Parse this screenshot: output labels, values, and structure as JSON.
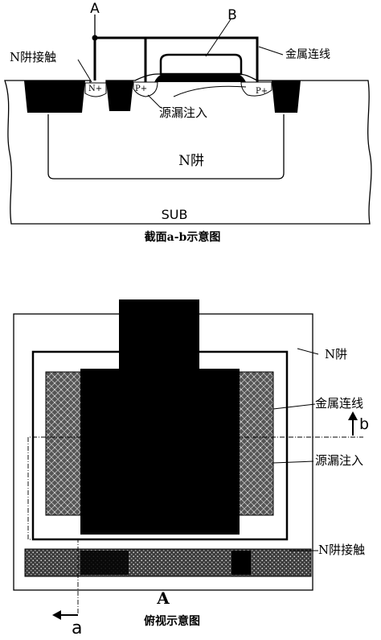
{
  "section": {
    "terminal_a": "A",
    "terminal_b": "B",
    "nwell_contact": "N阱接触",
    "metal_line": "金属连线",
    "source_drain_implant": "源漏注入",
    "n_plus": "N+",
    "p_plus_left": "P+",
    "p_plus_right": "P+",
    "nwell": "N阱",
    "substrate": "SUB",
    "caption": "截面a-b示意图"
  },
  "top_view": {
    "nwell": "N阱",
    "metal_line": "金属连线",
    "cut_b": "b",
    "source_drain_implant": "源漏注入",
    "nwell_contact": "N阱接触",
    "terminal_a": "A",
    "cut_a": "a",
    "caption": "俯视示意图"
  }
}
